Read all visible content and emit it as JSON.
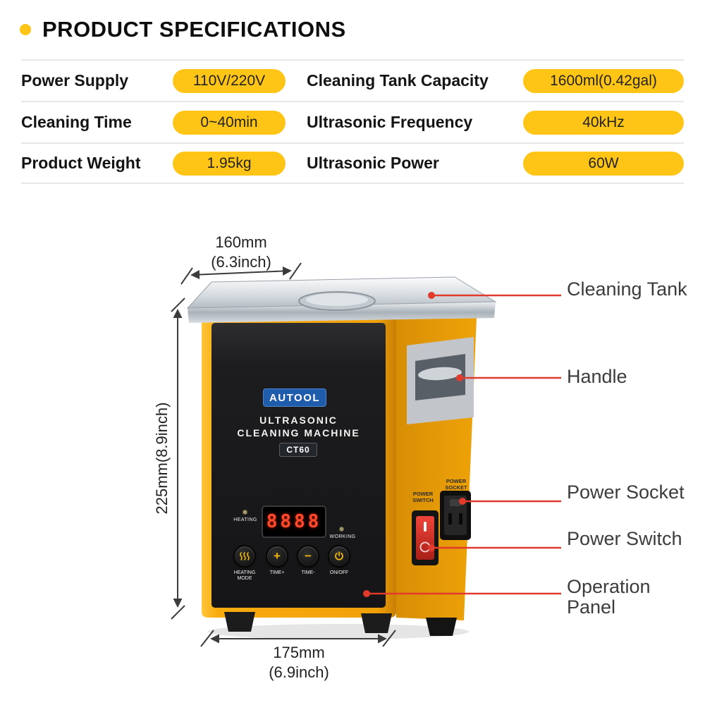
{
  "header": {
    "title": "PRODUCT SPECIFICATIONS"
  },
  "specs": {
    "rows": [
      {
        "label1": "Power Supply",
        "value1": "110V/220V",
        "label2": "Cleaning Tank Capacity",
        "value2": "1600ml(0.42gal)"
      },
      {
        "label1": "Cleaning Time",
        "value1": "0~40min",
        "label2": "Ultrasonic Frequency",
        "value2": "40kHz"
      },
      {
        "label1": "Product Weight",
        "value1": "1.95kg",
        "label2": "Ultrasonic Power",
        "value2": "60W"
      }
    ]
  },
  "dimensions": {
    "top_width": {
      "value": "160mm",
      "unit": "(6.3inch)"
    },
    "left_height": "225mm(8.9inch)",
    "bottom_width": {
      "value": "175mm",
      "unit": "(6.9inch)"
    }
  },
  "callouts": [
    {
      "label": "Cleaning Tank"
    },
    {
      "label": "Handle"
    },
    {
      "label": "Power Socket"
    },
    {
      "label": "Power Switch"
    },
    {
      "label": "Operation Panel"
    }
  ],
  "machine": {
    "brand": "AUTOOL",
    "name_line1": "ULTRASONIC",
    "name_line2": "CLEANING MACHINE",
    "model": "CT60",
    "display_value": "8888",
    "heating_label": "HEATING",
    "working_label": "WORKING",
    "knobs": [
      {
        "label": "HEATING MODE",
        "icon": "heater-icon"
      },
      {
        "label": "TIME+",
        "icon": "plus-icon"
      },
      {
        "label": "TIME-",
        "icon": "minus-icon"
      },
      {
        "label": "ON/OFF",
        "icon": "power-icon"
      }
    ],
    "switch_label": "POWER SWITCH",
    "socket_label": "POWER SOCKET"
  },
  "colors": {
    "accent_yellow": "#FFC516",
    "body_yellow": "#F6A90C",
    "callout_red": "#E23B2E",
    "brand_blue": "#1F5CAB",
    "display_red": "#FF4A2D"
  }
}
